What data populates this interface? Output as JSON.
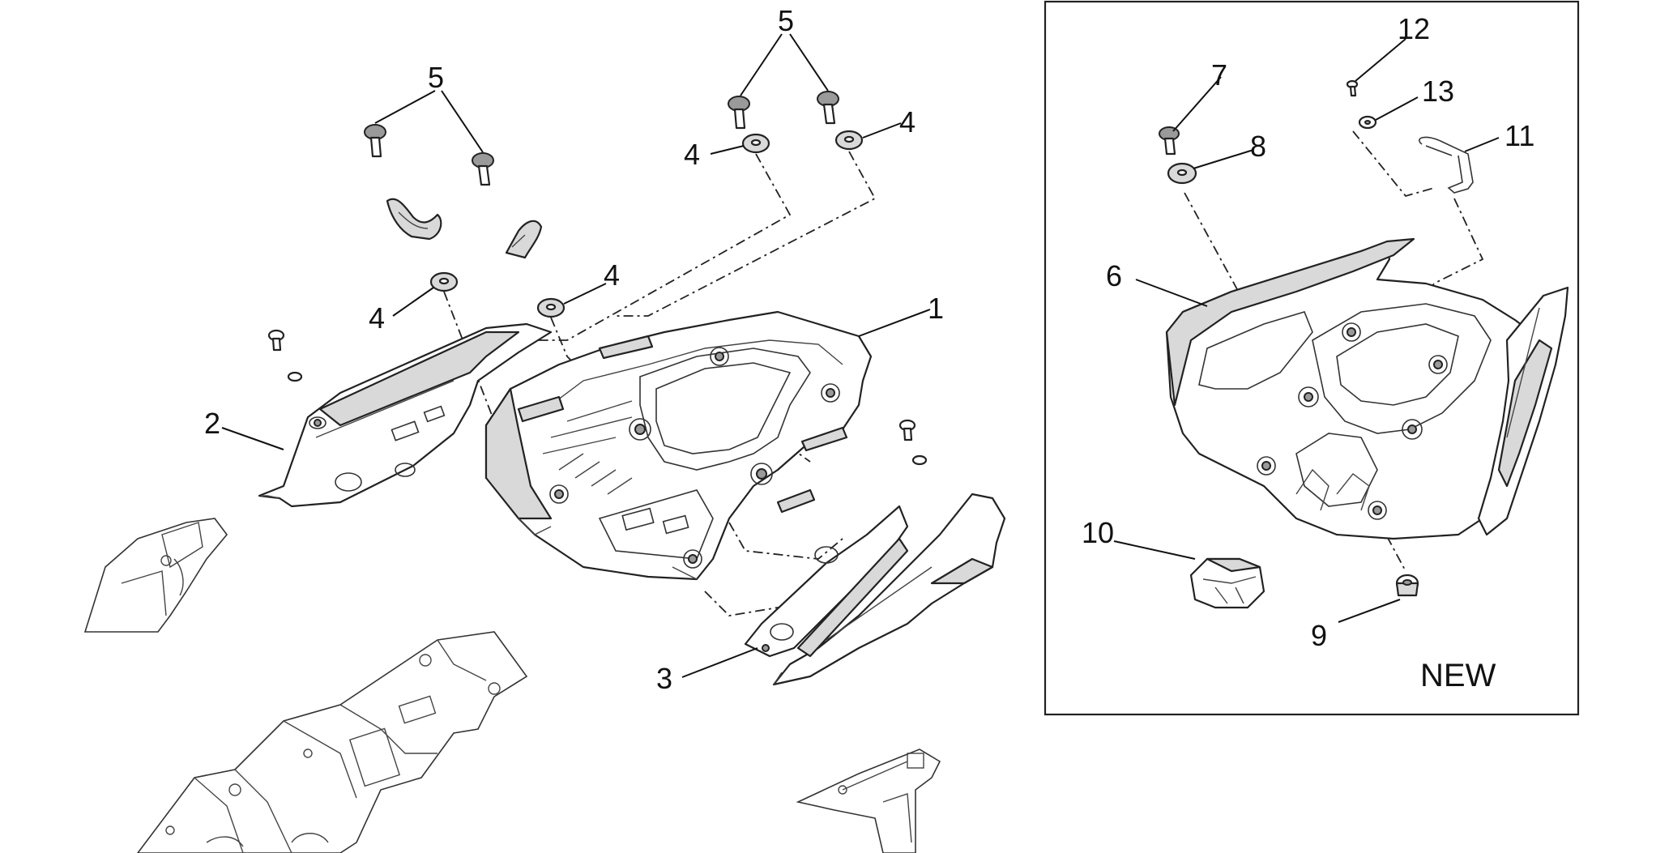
{
  "callouts": {
    "c1": "1",
    "c2": "2",
    "c3": "3",
    "c4a": "4",
    "c4b": "4",
    "c4c": "4",
    "c4d": "4",
    "c5a": "5",
    "c5b": "5",
    "c6": "6",
    "c7": "7",
    "c8": "8",
    "c9": "9",
    "c10": "10",
    "c11": "11",
    "c12": "12",
    "c13": "13"
  },
  "inset": {
    "label": "NEW"
  }
}
